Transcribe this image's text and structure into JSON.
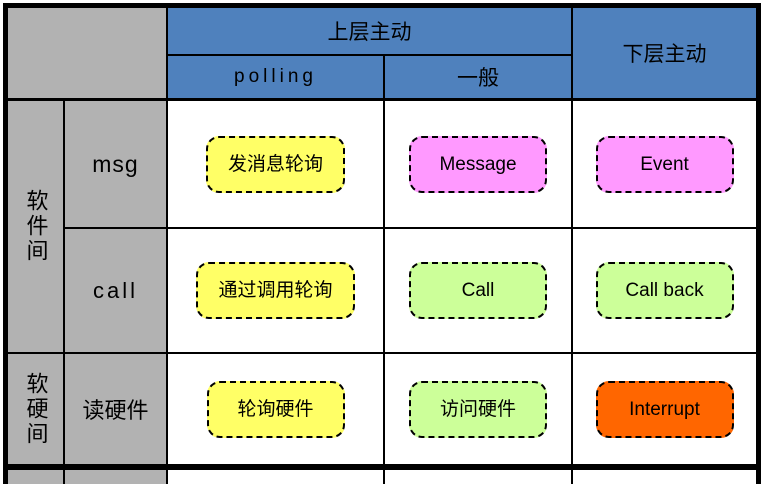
{
  "header": {
    "upper_layer_active": "上层主动",
    "lower_layer_active": "下层主动",
    "col_polling": "polling",
    "col_general": "一般"
  },
  "rows": {
    "group_software": "软件间",
    "group_software_hardware": "软硬间",
    "label_msg": "msg",
    "label_call": "call",
    "label_read_hardware": "读硬件"
  },
  "boxes": {
    "msg_polling": {
      "label": "发消息轮询",
      "bg": "#FFFF66"
    },
    "msg_general": {
      "label": "Message",
      "bg": "#FF99FF"
    },
    "msg_lower": {
      "label": "Event",
      "bg": "#FF99FF"
    },
    "call_polling": {
      "label": "通过调用轮询",
      "bg": "#FFFF66"
    },
    "call_general": {
      "label": "Call",
      "bg": "#CCFF99"
    },
    "call_lower": {
      "label": "Call back",
      "bg": "#CCFF99"
    },
    "hw_polling": {
      "label": "轮询硬件",
      "bg": "#FFFF66"
    },
    "hw_general": {
      "label": "访问硬件",
      "bg": "#CCFF99"
    },
    "hw_lower": {
      "label": "Interrupt",
      "bg": "#FF6600"
    }
  },
  "colors": {
    "header_bg": "#4F81BD",
    "label_bg": "#B2B2B2",
    "grid_line": "#000000",
    "cell_bg": "#FFFFFF"
  }
}
